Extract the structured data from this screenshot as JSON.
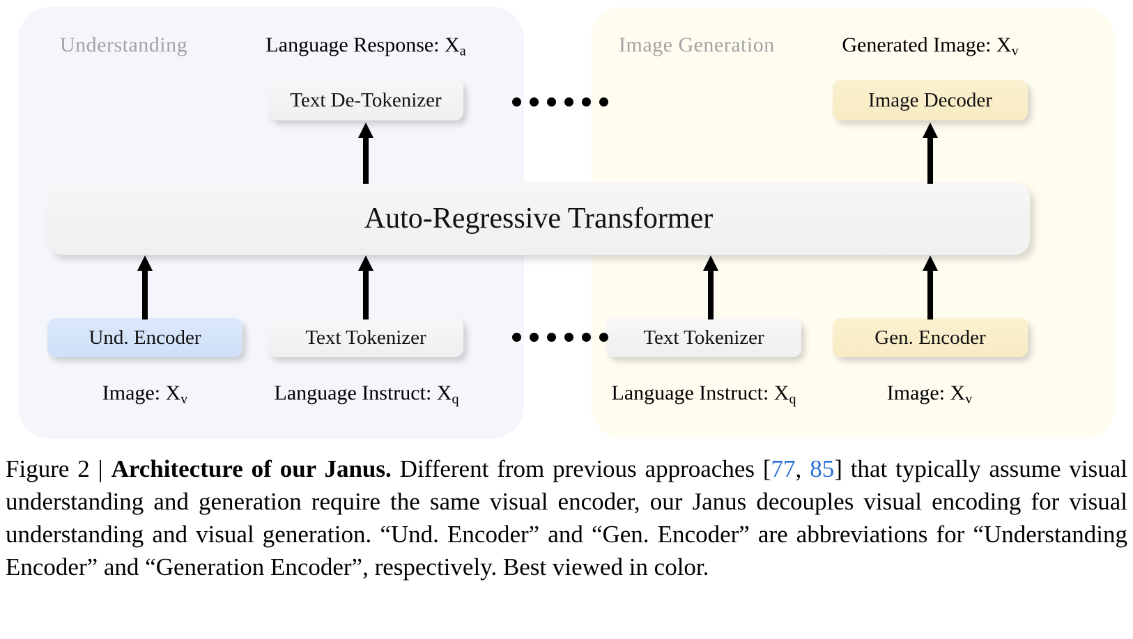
{
  "figure": {
    "panels": [
      {
        "id": "understanding",
        "heading": "Understanding",
        "background_color": "#f4f6fb"
      },
      {
        "id": "generation",
        "heading": "Image Generation",
        "background_color": "#fffcf0"
      }
    ],
    "io_labels": {
      "language_response": {
        "text": "Language Response: X",
        "subscript": "a"
      },
      "generated_image": {
        "text": "Generated Image: X",
        "subscript": "v"
      },
      "image_left": {
        "text": "Image: X",
        "subscript": "v"
      },
      "language_instruct_left": {
        "text": "Language Instruct: X",
        "subscript": "q"
      },
      "language_instruct_right": {
        "text": "Language Instruct: X",
        "subscript": "q"
      },
      "image_right": {
        "text": "Image: X",
        "subscript": "v"
      }
    },
    "boxes": {
      "text_detokenizer": {
        "label": "Text De-Tokenizer",
        "color": "#f3f3f3"
      },
      "image_decoder": {
        "label": "Image Decoder",
        "color": "#f9eec6"
      },
      "und_encoder": {
        "label": "Und. Encoder",
        "color": "#d6e5fa"
      },
      "text_tokenizer_left": {
        "label": "Text Tokenizer",
        "color": "#f3f3f3"
      },
      "text_tokenizer_right": {
        "label": "Text Tokenizer",
        "color": "#f3f3f3"
      },
      "gen_encoder": {
        "label": "Gen. Encoder",
        "color": "#f9eec6"
      },
      "transformer": {
        "label": "Auto-Regressive Transformer",
        "color": "#f3f3f3"
      }
    },
    "ellipsis": {
      "dot_count": 6,
      "color": "#000000"
    },
    "arrow_color": "#000000"
  },
  "caption": {
    "prefix": "Figure 2 | ",
    "bold_title": "Architecture of our Janus.",
    "body_part_1": " Different from previous approaches [",
    "citation_1": "77",
    "citation_separator": ", ",
    "citation_2": "85",
    "body_part_2": "] that typically assume visual understanding and generation require the same visual encoder, our Janus decouples visual encoding for visual understanding and visual generation. “Und. Encoder” and “Gen. Encoder” are abbreviations for “Understanding Encoder” and “Generation Encoder”, respectively. Best viewed in color.",
    "citation_color": "#2a6fd6"
  }
}
